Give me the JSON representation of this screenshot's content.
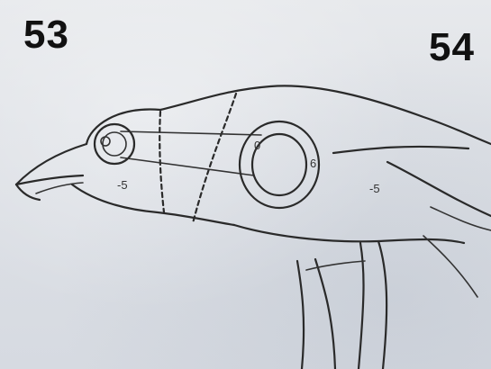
{
  "labels": {
    "left": "53",
    "right": "54"
  },
  "marks": {
    "head_mark": "-5",
    "body_mark": "-5",
    "ring_mark_right": "6",
    "ring_mark_left": "0"
  }
}
